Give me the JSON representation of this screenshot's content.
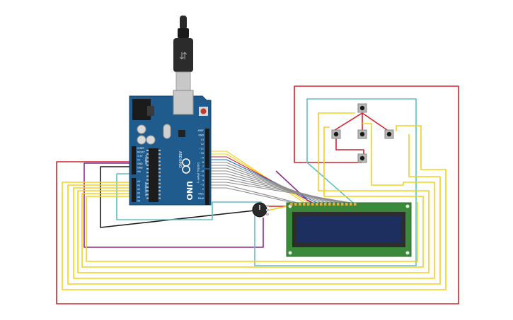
{
  "board": {
    "brand": "ARDUINO",
    "model": "UNO",
    "power_header_labels": [
      "IOREF",
      "RESET",
      "3.3V",
      "5V",
      "GND",
      "GND",
      "Vin"
    ],
    "analog_header_labels": [
      "A0",
      "A1",
      "A2",
      "A3",
      "A4",
      "A5"
    ],
    "power_group_label": "POWER",
    "analog_group_label": "ANALOG IN",
    "digital_labels": [
      "AREF",
      "GND",
      "13",
      "12",
      "~11",
      "~10",
      "~9",
      "8",
      "7",
      "~6",
      "~5",
      "4",
      "~3",
      "2",
      "TX▸1",
      "RX◂0"
    ],
    "digital_group_label": "DIGITAL (PWM~)"
  },
  "colors": {
    "board": "#1f5b8c",
    "wire_red": "#d1232a",
    "wire_yellow": "#f5d01c",
    "wire_cyan": "#5ebfc6",
    "wire_purple": "#8a2b8a",
    "wire_black": "#1a1a1a",
    "wire_gray": "#8c8c8c",
    "lcd_pcb": "#3b8a3b",
    "lcd_screen": "#1c2f5f"
  }
}
